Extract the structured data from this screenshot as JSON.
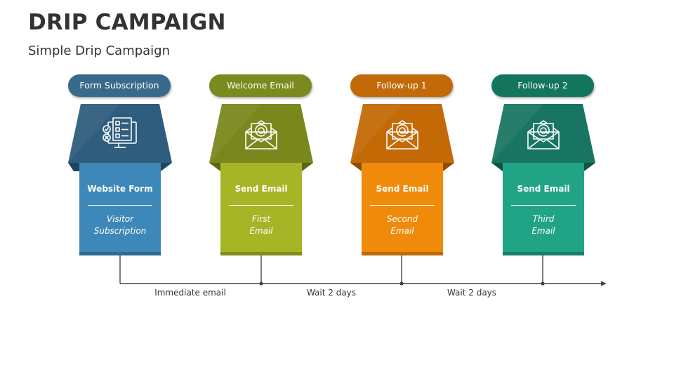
{
  "header": {
    "title": "DRIP CAMPAIGN",
    "subtitle": "Simple Drip Campaign"
  },
  "steps": [
    {
      "pill": "Form Subscription",
      "card_title": "Website Form",
      "card_desc": "Visitor\nSubscription",
      "icon": "form-monitor-icon",
      "pill_color": "#3a6a8a",
      "top_color": "#2e5d7d",
      "top_dark": "#1f4560",
      "card_color": "#3d88b8"
    },
    {
      "pill": "Welcome Email",
      "card_title": "Send Email",
      "card_desc": "First\nEmail",
      "icon": "email-envelope-icon",
      "pill_color": "#7b8a1f",
      "top_color": "#7a871c",
      "top_dark": "#5a6613",
      "card_color": "#a5b526"
    },
    {
      "pill": "Follow-up 1",
      "card_title": "Send Email",
      "card_desc": "Second\nEmail",
      "icon": "email-envelope-icon",
      "pill_color": "#c26a08",
      "top_color": "#c36a06",
      "top_dark": "#8f4c03",
      "card_color": "#f08a0a"
    },
    {
      "pill": "Follow-up 2",
      "card_title": "Send Email",
      "card_desc": "Third\nEmail",
      "icon": "email-envelope-icon",
      "pill_color": "#14755f",
      "top_color": "#187561",
      "top_dark": "#0f5445",
      "card_color": "#21a386"
    }
  ],
  "timeline": {
    "labels": [
      "Immediate email",
      "Wait 2 days",
      "Wait 2 days"
    ],
    "line_color": "#444444"
  }
}
